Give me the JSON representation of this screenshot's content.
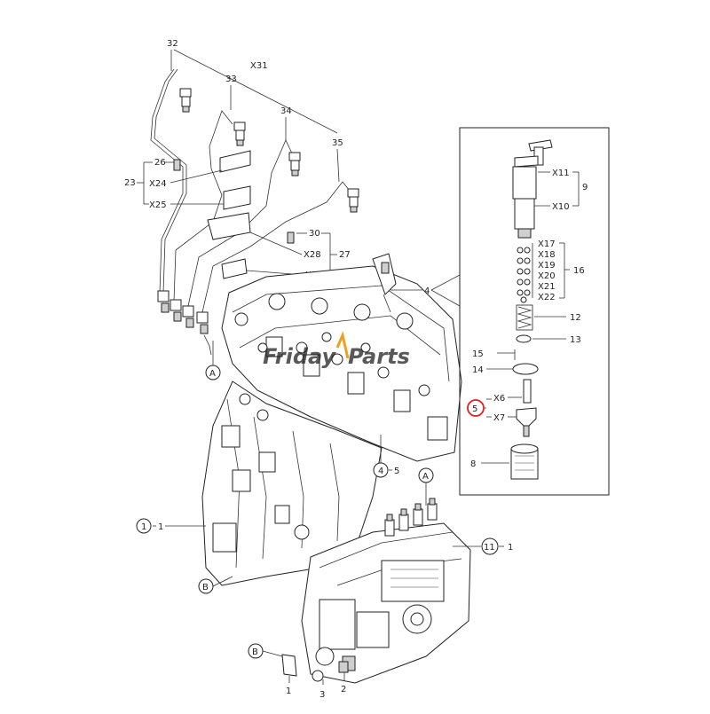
{
  "watermark": {
    "part1": "Friday",
    "part2": "Parts",
    "color1": "#2f7fd0",
    "color2": "#f0a020"
  },
  "highlight_color": "#e02020",
  "labels": {
    "l32": "32",
    "x31": "X31",
    "l33": "33",
    "l34": "34",
    "l35": "35",
    "l26": "26",
    "l23": "23",
    "x24": "X24",
    "x25": "X25",
    "l30": "30",
    "x28": "X28",
    "l27": "27",
    "x29": "X29",
    "l4a": "4",
    "l4b": "4",
    "l4c": "5",
    "x11": "X11",
    "l9": "9",
    "x10": "X10",
    "x17": "X17",
    "x18": "X18",
    "x19": "X19",
    "l16": "16",
    "x20": "X20",
    "x21": "X21",
    "x22": "X22",
    "l12": "12",
    "l13": "13",
    "l15": "15",
    "l14": "14",
    "l5": "5",
    "x6": "X6",
    "x7": "X7",
    "l8": "8",
    "refA": "A",
    "refA2": "A",
    "refB": "B",
    "refB2": "B",
    "l1a": "1",
    "l1b": "1",
    "l11a": "11",
    "l11b": "1",
    "l1": "1",
    "l3": "3",
    "l2": "2"
  }
}
